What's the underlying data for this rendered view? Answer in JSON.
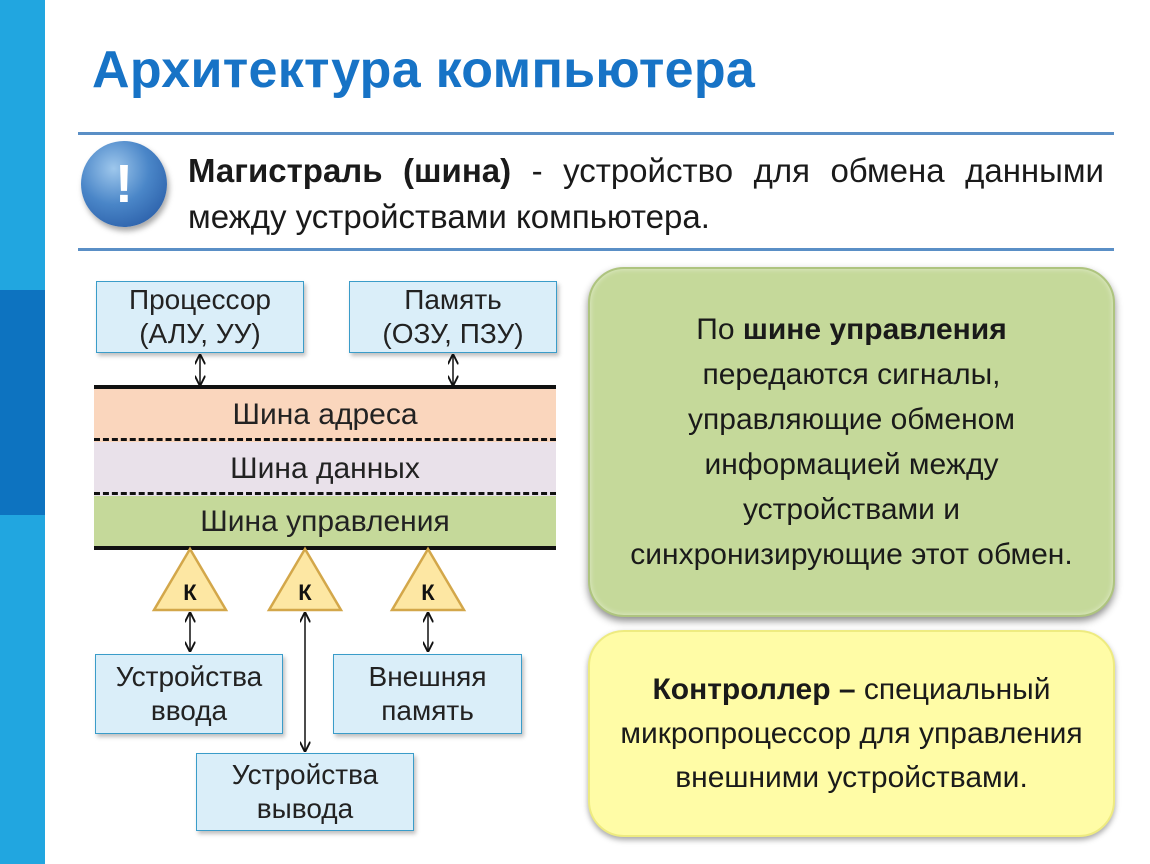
{
  "title": "Архитектура компьютера",
  "badge": "!",
  "definition": {
    "term": "Магистраль (шина)",
    "text": " - устройство для обмена данными между устройствами компьютера."
  },
  "diagram": {
    "processor": "Процессор\n(АЛУ, УУ)",
    "memory": "Память\n(ОЗУ, ПЗУ)",
    "address_bus": "Шина адреса",
    "data_bus": "Шина данных",
    "control_bus": "Шина управления",
    "controller_label": "К",
    "input_devices": "Устройства\nввода",
    "external_memory": "Внешняя\nпамять",
    "output_devices": "Устройства\nвывода"
  },
  "callout_control_bus": {
    "prefix": "По ",
    "bold": "шине управления",
    "rest": " передаются сигналы, управляющие обменом информацией между устройствами и синхронизирующие этот обмен."
  },
  "callout_controller": {
    "bold": "Контроллер –",
    "rest": " специальный микропроцессор для управления внешними устройствами."
  },
  "colors": {
    "title": "#1773c6",
    "sidebar": "#21a6e0",
    "sidebar_dark": "#0d73c0",
    "device_box": "#daeef9",
    "address_bus": "#fad6bd",
    "data_bus": "#e9e1ea",
    "control_bus": "#c5d99a",
    "controller": "#fde7a3",
    "callout_green": "#c5d99a",
    "callout_yellow": "#fffca6"
  }
}
